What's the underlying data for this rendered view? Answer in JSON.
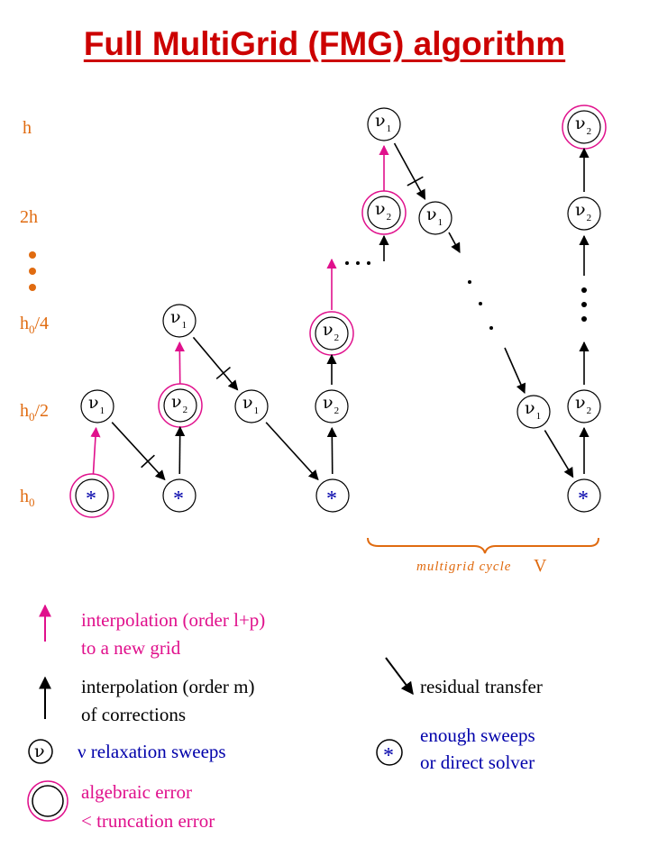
{
  "title": "Full MultiGrid (FMG) algorithm",
  "levels": [
    "h",
    "2h",
    "h0/4",
    "h0/2",
    "h0"
  ],
  "node_labels": {
    "nu": "ν",
    "sub1": "1",
    "sub2": "2",
    "star": "*"
  },
  "ellipsis": "...",
  "cycle_label": "multigrid cycle",
  "cycle_symbol": "V",
  "legend": {
    "interp_new_grid": [
      "interpolation (order l+p)",
      "to a new grid"
    ],
    "interp_corrections": [
      "interpolation (order m)",
      "of corrections"
    ],
    "residual": "residual transfer",
    "relax_symbol": "ν",
    "relax": "ν  relaxation sweeps",
    "enough": [
      "enough sweeps",
      "or direct solver"
    ],
    "star_symbol": "*",
    "algebraic": [
      "algebraic error",
      "< truncation error"
    ]
  },
  "colors": {
    "title": "#cc0000",
    "level": "#e06b10",
    "pink": "#e0108c",
    "blue": "#0000aa",
    "black": "#000000"
  }
}
